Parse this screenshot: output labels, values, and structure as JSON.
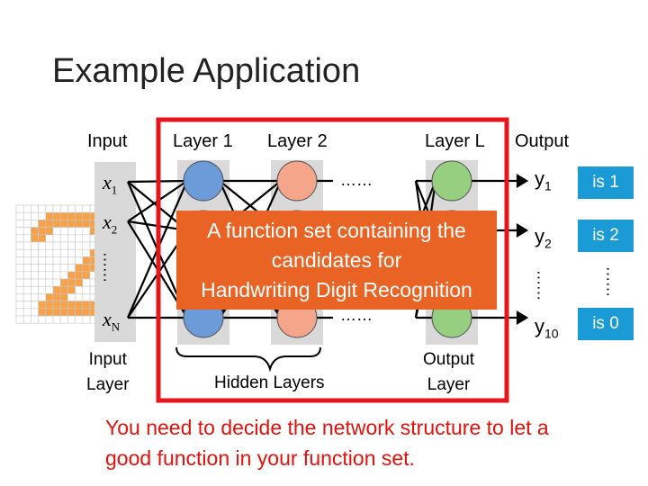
{
  "title": "Example Application",
  "labels": {
    "input": "Input",
    "layer1": "Layer 1",
    "layer2": "Layer 2",
    "layerL": "Layer L",
    "output": "Output",
    "input_layer_line1": "Input",
    "input_layer_line2": "Layer",
    "hidden_layers": "Hidden Layers",
    "output_layer_line1": "Output",
    "output_layer_line2": "Layer"
  },
  "inputs": [
    {
      "name": "x",
      "sub": "1"
    },
    {
      "name": "x",
      "sub": "2"
    },
    {
      "name": "x",
      "sub": "N"
    }
  ],
  "outputs": [
    {
      "name": "y",
      "sub": "1",
      "result": "is 1"
    },
    {
      "name": "y",
      "sub": "2",
      "result": "is 2"
    },
    {
      "name": "y",
      "sub": "10",
      "result": "is 0"
    }
  ],
  "ellipsis": "……",
  "overlay_text": [
    "A function set containing the",
    "candidates for",
    "Handwriting Digit Recognition"
  ],
  "bottom_note": "You need to decide the network structure to let a good function in your function set.",
  "colors": {
    "red_frame": "#e4151d",
    "blue_node": "#6b9bd8",
    "orange_node": "#f4a58a",
    "green_node": "#96cf80",
    "column_bg": "#d9d9d9",
    "badge": "#1a9bd6",
    "overlay": "#e86324",
    "note_text": "#e1120b",
    "digit_orange": "#f5a24a"
  }
}
